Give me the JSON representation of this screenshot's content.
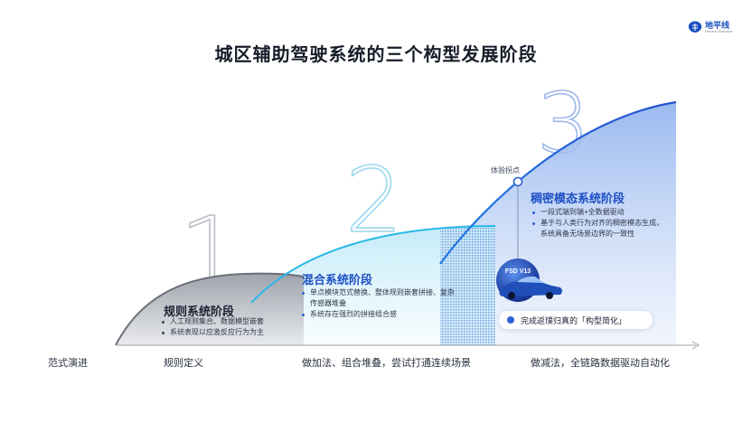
{
  "title": "城区辅助驾驶系统的三个构型发展阶段",
  "logo": {
    "name": "地平线",
    "sub": "Horizon Robotics",
    "icon": "brain-chip-icon",
    "color": "#1a4fbf"
  },
  "axis": {
    "name": "范式演进",
    "points": [
      "规则定义",
      "做加法、组合堆叠，尝试打通连续场景",
      "做减法，全链路数据驱动自动化"
    ]
  },
  "stages": [
    {
      "number": "1",
      "title": "规则系统阶段",
      "bullets": [
        "人工规则集合、数据模型嵌套",
        "系统表现以应激反应行为为主"
      ]
    },
    {
      "number": "2",
      "title": "混合系统阶段",
      "bullets": [
        "单点模块范式替换、整体规则嵌套拼接、复杂传感器堆叠",
        "系统存在强烈的拼接组合感"
      ]
    },
    {
      "number": "3",
      "title": "稠密模态系统阶段",
      "bullets": [
        "一段式端到端+全数据驱动",
        "基于与人类行为对齐的稠密模态生成，系统具备无场景边界的一致性"
      ]
    }
  ],
  "experience_point": "体验拐点",
  "badge": "FSD V13",
  "callout": "完成返璞归真的「构型简化」",
  "colors": {
    "accent": "#1d4fc4",
    "cyan": "#29b8e8",
    "gray_curve": "#6b6f78"
  }
}
